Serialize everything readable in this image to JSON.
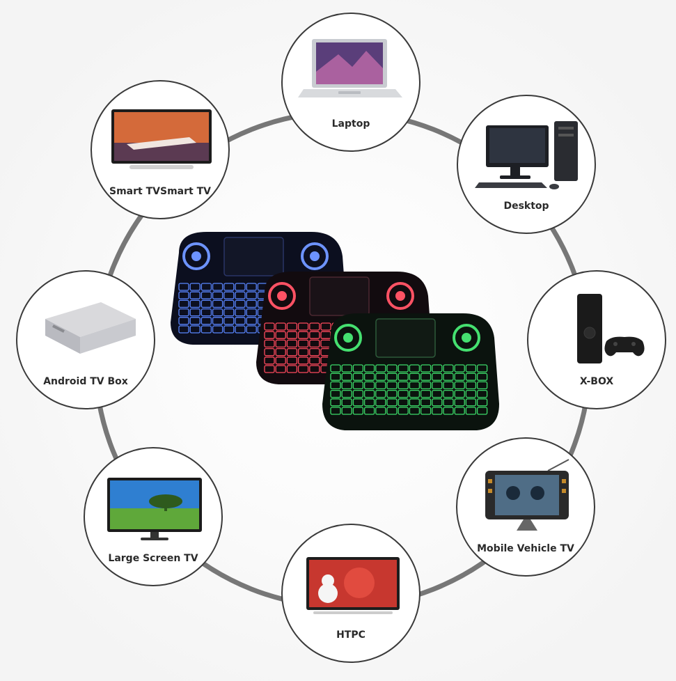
{
  "devices": [
    {
      "id": "laptop",
      "label": "Laptop",
      "icon": "laptop-icon"
    },
    {
      "id": "desktop",
      "label": "Desktop",
      "icon": "desktop-computer-icon"
    },
    {
      "id": "xbox",
      "label": "X-BOX",
      "icon": "game-console-icon"
    },
    {
      "id": "vehicle-tv",
      "label": "Mobile Vehicle TV",
      "icon": "portable-tv-icon"
    },
    {
      "id": "htpc",
      "label": "HTPC",
      "icon": "media-screen-icon"
    },
    {
      "id": "large-tv",
      "label": "Large Screen TV",
      "icon": "television-icon"
    },
    {
      "id": "tv-box",
      "label": "Android TV Box",
      "icon": "set-top-box-icon"
    },
    {
      "id": "smart-tv",
      "label": "Smart TVSmart TV",
      "icon": "smart-tv-icon"
    }
  ],
  "keyboards": [
    {
      "name": "blue",
      "color": "#5a86ff"
    },
    {
      "name": "red",
      "color": "#ff4a5e"
    },
    {
      "name": "green",
      "color": "#3ddc6a"
    }
  ],
  "colors": {
    "ring": "#777777",
    "node_border": "#3a3a3a",
    "label": "#2a2a2a"
  }
}
